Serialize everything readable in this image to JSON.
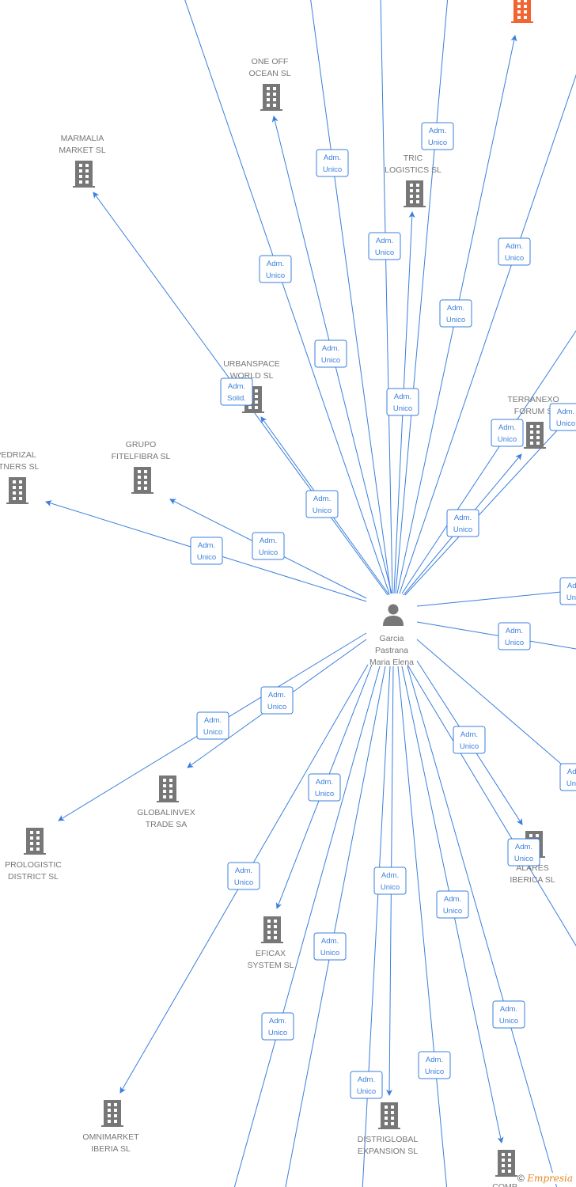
{
  "colors": {
    "edge": "#3a7fdc",
    "company": "#777777",
    "highlight_company": "#f26530",
    "person": "#777777"
  },
  "person": {
    "name_lines": [
      "Garcia",
      "Pastrana",
      "Maria Elena"
    ],
    "icon": "person-icon"
  },
  "companies": [
    {
      "id": "orange",
      "lines": [],
      "highlight": true
    },
    {
      "id": "one-off-ocean",
      "lines": [
        "ONE OFF",
        "OCEAN  SL"
      ]
    },
    {
      "id": "marmalia-market",
      "lines": [
        "MARMALIA",
        "MARKET  SL"
      ]
    },
    {
      "id": "tric-logistics",
      "lines": [
        "TRIC",
        "LOGISTICS  SL"
      ]
    },
    {
      "id": "urbanspace-world",
      "lines": [
        "URBANSPACE",
        "WORLD  SL"
      ]
    },
    {
      "id": "terranexo-forum",
      "lines": [
        "TERRANEXO",
        "FORUM  S"
      ]
    },
    {
      "id": "pedrizal-partners",
      "lines": [
        "PEDRIZAL",
        "RTNERS  SL"
      ]
    },
    {
      "id": "grupo-fitelfibra",
      "lines": [
        "GRUPO",
        "FITELFIBRA  SL"
      ]
    },
    {
      "id": "globalinvex-trade",
      "lines": [
        "GLOBALINVEX",
        "TRADE SA"
      ]
    },
    {
      "id": "prologistic-district",
      "lines": [
        "PROLOGISTIC",
        "DISTRICT  SL"
      ]
    },
    {
      "id": "alares-iberica",
      "lines": [
        "ALARES",
        "IBERICA  SL"
      ]
    },
    {
      "id": "eficax-system",
      "lines": [
        "EFICAX",
        "SYSTEM SL"
      ]
    },
    {
      "id": "omnimarket-iberia",
      "lines": [
        "OMNIMARKET",
        "IBERIA  SL"
      ]
    },
    {
      "id": "distriglobal-expansion",
      "lines": [
        "DISTRIGLOBAL",
        "EXPANSION  SL"
      ]
    },
    {
      "id": "comp",
      "lines": [
        "COMP"
      ]
    }
  ],
  "edges": [
    {
      "role": [
        "Adm.",
        "Unico"
      ]
    },
    {
      "role": [
        "Adm.",
        "Unico"
      ]
    },
    {
      "role": [
        "Adm.",
        "Unico"
      ]
    },
    {
      "role": [
        "Adm.",
        "Unico"
      ]
    },
    {
      "role": [
        "Adm.",
        "Unico"
      ]
    },
    {
      "role": [
        "Adm.",
        "Solid."
      ]
    },
    {
      "role": [
        "Adm.",
        "Unico"
      ]
    },
    {
      "role": [
        "Adm.",
        "Unico"
      ]
    },
    {
      "role": [
        "Adm.",
        "Unico"
      ]
    },
    {
      "role": [
        "Adm.",
        "Unico"
      ]
    },
    {
      "role": [
        "Adm.",
        "Unico"
      ]
    },
    {
      "role": [
        "Adm.",
        "Unico"
      ]
    },
    {
      "role": [
        "Adm.",
        "Unico"
      ]
    },
    {
      "role": [
        "Adm.",
        "Unico"
      ]
    },
    {
      "role": [
        "Adm.",
        "Unico"
      ]
    },
    {
      "role": [
        "Adm.",
        "Unico"
      ]
    },
    {
      "role": [
        "Adm.",
        "Unico"
      ]
    },
    {
      "role": [
        "Adm.",
        "Unico"
      ]
    },
    {
      "role": [
        "Adm.",
        "Unico"
      ]
    },
    {
      "role": [
        "Adm.",
        "Unico"
      ]
    },
    {
      "role": [
        "Adm.",
        "Unico"
      ]
    },
    {
      "role": [
        "Adm.",
        "Unico"
      ]
    },
    {
      "role": [
        "Adm.",
        "Unico"
      ]
    },
    {
      "role": [
        "Adm.",
        "Unico"
      ]
    },
    {
      "role": [
        "Adm.",
        "Unico"
      ]
    },
    {
      "role": [
        "Adm.",
        "Unico"
      ]
    },
    {
      "role": [
        "Adm.",
        "Unico"
      ]
    },
    {
      "role": [
        "Adm.",
        "Unico"
      ]
    },
    {
      "role": [
        "Adm.",
        "Unico"
      ]
    },
    {
      "role": [
        "Adm.",
        "Unico"
      ]
    }
  ],
  "footer": {
    "copyright_symbol": "©",
    "brand": "Empresia"
  }
}
